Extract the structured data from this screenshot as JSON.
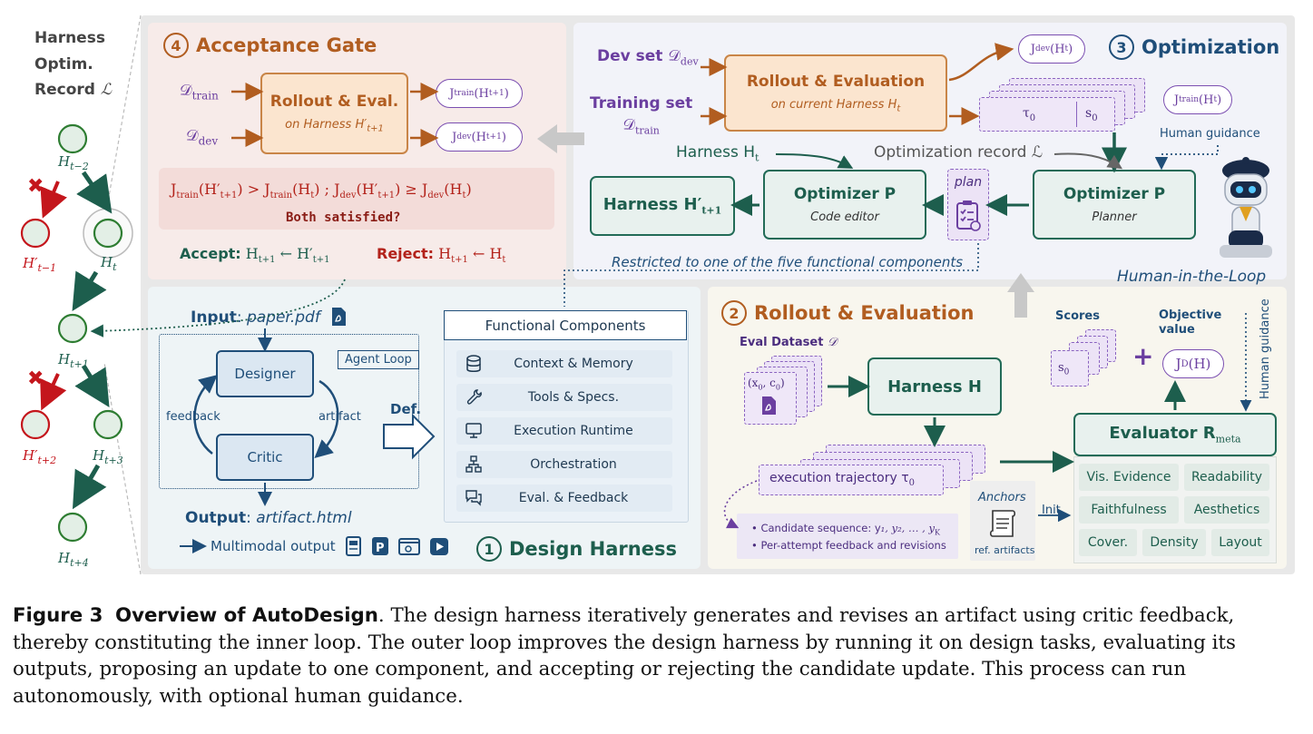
{
  "record": {
    "title_line1": "Harness",
    "title_line2": "Optim.",
    "title_line3": "Record",
    "title_symbol": "ℒ",
    "nodes": {
      "t_minus_2": "H",
      "t_minus_2_sub": "t−2",
      "t_minus_1": "H′",
      "t_minus_1_sub": "t−1",
      "t": "H",
      "t_sub": "t",
      "t_plus_1": "H",
      "t_plus_1_sub": "t+1",
      "t_plus_2": "H′",
      "t_plus_2_sub": "t+2",
      "t_plus_3": "H",
      "t_plus_3_sub": "t+3",
      "t_plus_4": "H",
      "t_plus_4_sub": "t+4"
    },
    "reject_mark": "✖"
  },
  "gate": {
    "number": "4",
    "title": "Acceptance Gate",
    "input_train": "𝒟",
    "input_train_sub": "train",
    "input_dev": "𝒟",
    "input_dev_sub": "dev",
    "box_title": "Rollout & Eval.",
    "box_subtitle": "on Harness H′",
    "box_subtitle_sub": "t+1",
    "out_train": "J",
    "out_train_sub": "train",
    "out_train_arg": "(H",
    "out_train_arg_sub": "t+1",
    "out_dev": "J",
    "out_dev_sub": "dev",
    "out_dev_arg": "(H",
    "out_dev_arg_sub": "t+1",
    "condition": "J",
    "condition_part1": "(H′",
    "condition_part2": ") > J",
    "condition_part3": "(H",
    "condition_part4": ") ; J",
    "condition_part5": "(H′",
    "condition_part6": ") ≥ J",
    "condition_part7": "(H",
    "condition_part8": ")",
    "question": "Both satisfied?",
    "accept_label": "Accept:",
    "accept_expr": "H",
    "accept_sub": "t+1",
    "accept_rhs": " ← H′",
    "accept_rhs_sub": "t+1",
    "reject_label": "Reject:",
    "reject_expr": "H",
    "reject_sub": "t+1",
    "reject_rhs": " ← H",
    "reject_rhs_sub": "t"
  },
  "optim": {
    "number": "3",
    "title": "Optimization",
    "dev_set": "Dev set",
    "dev_sym": "𝒟",
    "dev_sub": "dev",
    "train_set": "Training set",
    "train_sym": "𝒟",
    "train_sub": "train",
    "rollout_title": "Rollout & Evaluation",
    "rollout_subtitle": "on current Harness H",
    "rollout_subtitle_sub": "t",
    "jdev": "J",
    "jdev_sub": "dev",
    "jdev_arg": "(H",
    "jdev_arg_sub": "t",
    "jtrain": "J",
    "jtrain_sub": "train",
    "jtrain_arg": "(H",
    "jtrain_arg_sub": "t",
    "tau": "τ",
    "tau_sub": "0",
    "s": "s",
    "s_sub": "0",
    "harness_label": "Harness H",
    "harness_label_sub": "t",
    "optrecord": "Optimization record ℒ",
    "human_guidance": "Human guidance",
    "harness_next": "Harness H′",
    "harness_next_sub": "t+1",
    "editor_title": "Optimizer P",
    "editor_subtitle": "Code editor",
    "plan": "plan",
    "planner_title": "Optimizer P",
    "planner_subtitle": "Planner",
    "restricted": "Restricted to one of the five functional components",
    "hitl": "Human-in-the-Loop"
  },
  "design": {
    "number": "1",
    "title": "Design Harness",
    "input_label": "Input",
    "input_file": "paper.pdf",
    "agent_loop": "Agent Loop",
    "designer": "Designer",
    "critic": "Critic",
    "feedback": "feedback",
    "artifact": "artifact",
    "output_label": "Output",
    "output_file": "artifact.html",
    "multimodal": "Multimodal output",
    "def": "Def.",
    "fc_title": "Functional Components",
    "components": [
      "Context & Memory",
      "Tools & Specs.",
      "Execution Runtime",
      "Orchestration",
      "Eval. & Feedback"
    ],
    "component_icons": [
      "database-icon",
      "wrench-icon",
      "monitor-icon",
      "hierarchy-icon",
      "chat-icon"
    ]
  },
  "rollout": {
    "number": "2",
    "title": "Rollout & Evaluation",
    "eval_dataset": "Eval Dataset",
    "eval_sym": "𝒟",
    "pair": "(x",
    "pair_sub0": "0",
    "pair_mid": ", c",
    "pair_sub1": "0",
    "pair_end": ")",
    "harness": "Harness H",
    "trajectory": "execution trajectory τ",
    "trajectory_sub": "0",
    "bullet1": "Candidate sequence: y",
    "bullet1_rest": "₁, y₂, … , y",
    "bullet1_sub": "K",
    "bullet2": "Per-attempt feedback and revisions",
    "anchors": "Anchors",
    "ref_artifacts": "ref. artifacts",
    "init": "Init.",
    "scores": "Scores",
    "s": "s",
    "s_sub": "0",
    "plus": "+",
    "objective": "Objective value",
    "jd": "J",
    "jd_sub": "D",
    "jd_arg": "(H)",
    "evaluator": "Evaluator R",
    "evaluator_sub": "meta",
    "human_guidance": "Human guidance",
    "criteria": [
      "Vis. Evidence",
      "Readability",
      "Faithfulness",
      "Aesthetics",
      "Cover.",
      "Density",
      "Layout"
    ]
  },
  "caption": {
    "figure": "Figure 3",
    "figure_title": "Overview of AutoDesign",
    "text": ". The design harness iteratively generates and revises an artifact using critic feedback, thereby constituting the inner loop. The outer loop improves the design harness by running it on design tasks, evaluating its outputs, proposing an update to one component, and accepting or rejecting the candidate update. This process can run autonomously, with optional human guidance."
  },
  "colors": {
    "teal": "#1d5e4d",
    "orange": "#b15d20",
    "purple": "#6b3fa0",
    "red": "#c4161c",
    "navy": "#1f4e79"
  }
}
